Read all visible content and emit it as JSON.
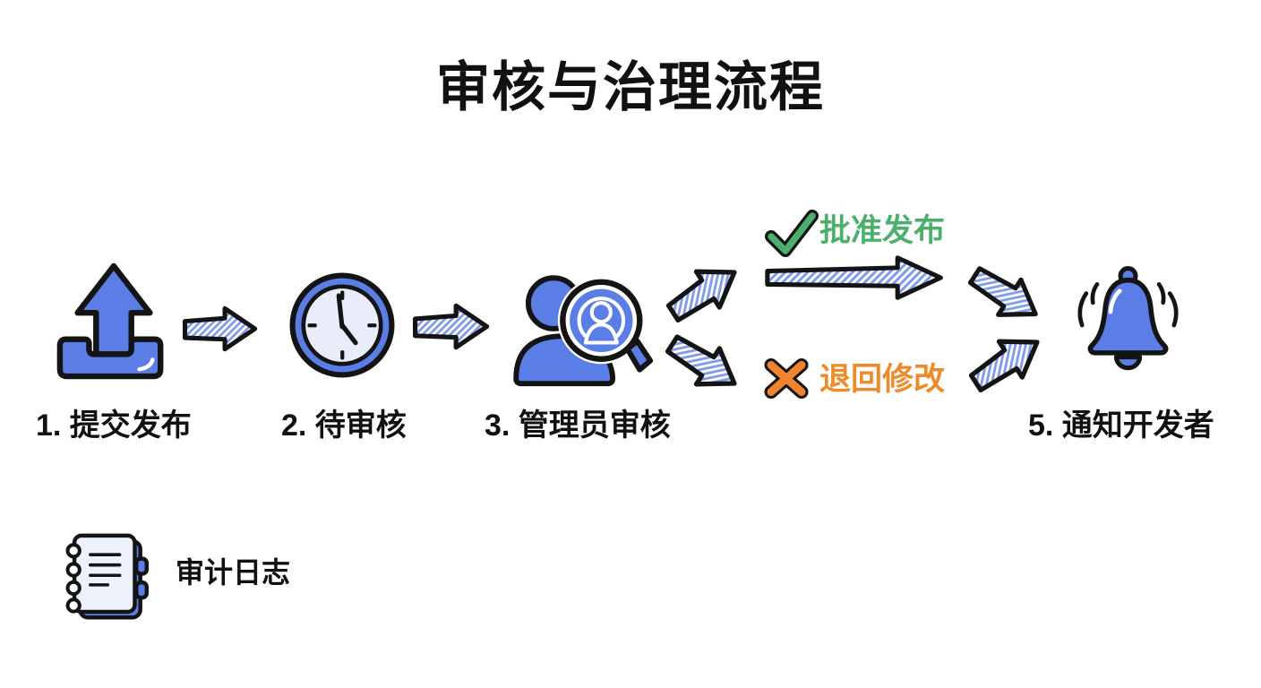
{
  "title": "审核与治理流程",
  "steps": [
    {
      "num": "1",
      "label": "1. 提交发布",
      "icon": "upload-icon"
    },
    {
      "num": "2",
      "label": "2. 待审核",
      "icon": "clock-icon"
    },
    {
      "num": "3",
      "label": "3. 管理员审核",
      "icon": "admin-review-icon"
    },
    {
      "num": "5",
      "label": "5. 通知开发者",
      "icon": "bell-icon"
    }
  ],
  "branches": {
    "approve": {
      "label": "批准发布",
      "icon": "check-icon",
      "color": "#4CAF6B"
    },
    "reject": {
      "label": "退回修改",
      "icon": "cross-icon",
      "color": "#EF8A28"
    }
  },
  "audit": {
    "label": "审计日志",
    "icon": "notebook-icon"
  },
  "colors": {
    "primary_blue": "#5B7EE6",
    "clock_face_blue": "#E9EDFA",
    "notebook_page_blue": "#EDF1FC",
    "hatch_blue": "#7F9AE9",
    "outline_black": "#141414",
    "approve_green": "#4CAF6B",
    "reject_orange": "#F0832F",
    "background": "#FFFFFF"
  }
}
